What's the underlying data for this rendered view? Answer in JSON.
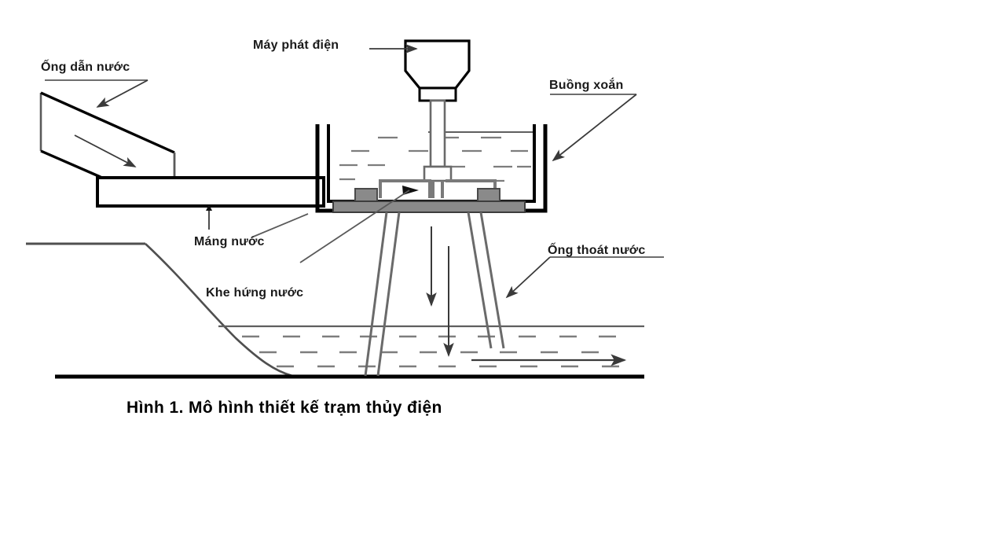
{
  "figure": {
    "caption": "Hình 1. Mô hình thiết kế trạm thủy điện",
    "labels": {
      "inlet_pipe": "Ống dẫn nước",
      "generator": "Máy phát điện",
      "spiral_chamber": "Buồng xoắn",
      "water_trough": "Máng nước",
      "intake_slot": "Khe hứng nước",
      "drain_pipe": "Ống thoát nước"
    },
    "colors": {
      "outline": "#000000",
      "line_gray": "#5a5a5a",
      "metal_gray": "#8a8a8a",
      "water_dash": "#7d7d7d",
      "background": "#ffffff"
    }
  }
}
